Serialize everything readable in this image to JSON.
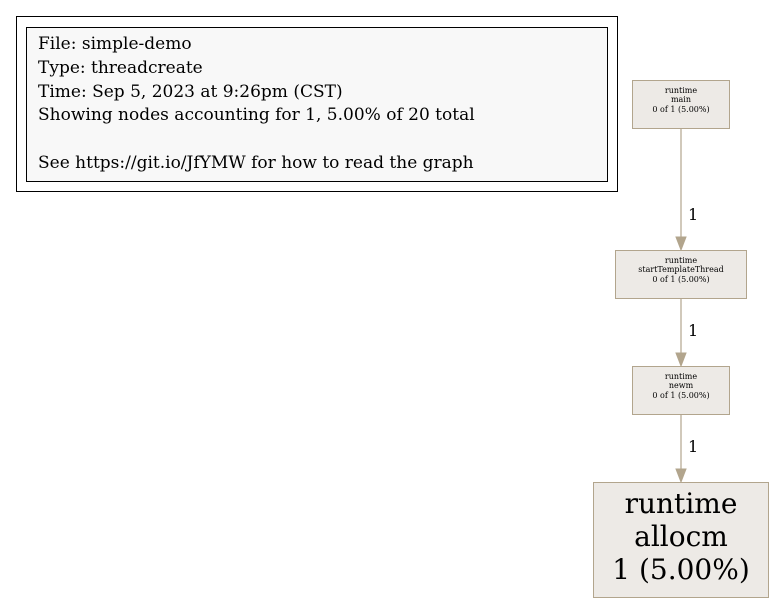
{
  "legend": {
    "file_line": "File: simple-demo",
    "type_line": "Type: threadcreate",
    "time_line": "Time: Sep 5, 2023 at 9:26pm (CST)",
    "showing_line": "Showing nodes accounting for 1, 5.00% of 20 total",
    "help_line": "See https://git.io/JfYMW for how to read the graph"
  },
  "nodes": {
    "main": {
      "pkg": "runtime",
      "func": "main",
      "stats": "0 of 1 (5.00%)"
    },
    "startTemplateThread": {
      "pkg": "runtime",
      "func": "startTemplateThread",
      "stats": "0 of 1 (5.00%)"
    },
    "newm": {
      "pkg": "runtime",
      "func": "newm",
      "stats": "0 of 1 (5.00%)"
    },
    "allocm": {
      "pkg": "runtime",
      "func": "allocm",
      "stats": "1 (5.00%)"
    }
  },
  "edges": [
    {
      "from": "main",
      "to": "startTemplateThread",
      "label": "1"
    },
    {
      "from": "startTemplateThread",
      "to": "newm",
      "label": "1"
    },
    {
      "from": "newm",
      "to": "allocm",
      "label": "1"
    }
  ],
  "colors": {
    "node_fill": "#edeae6",
    "node_border": "#b2a58d",
    "edge": "#b2a58d",
    "legend_fill": "#f8f8f8"
  }
}
